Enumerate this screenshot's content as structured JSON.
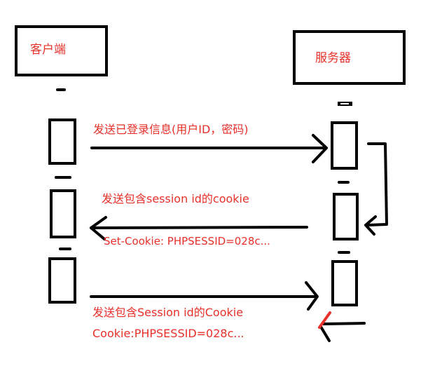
{
  "client": {
    "label": "客户端"
  },
  "server": {
    "label": "服务器"
  },
  "messages": [
    {
      "id": "login",
      "text": "发送已登录信息(用户ID，密码)"
    },
    {
      "id": "set-cookie",
      "text": "发送包含session id的cookie",
      "sub": "Set-Cookie: PHPSESSID=028c..."
    },
    {
      "id": "send-cookie",
      "text": "发送包含Session id的Cookie",
      "sub": "Cookie:PHPSESSID=028c..."
    }
  ],
  "colors": {
    "text": "#e8302a",
    "line": "#000000",
    "accent": "#e8302a"
  }
}
